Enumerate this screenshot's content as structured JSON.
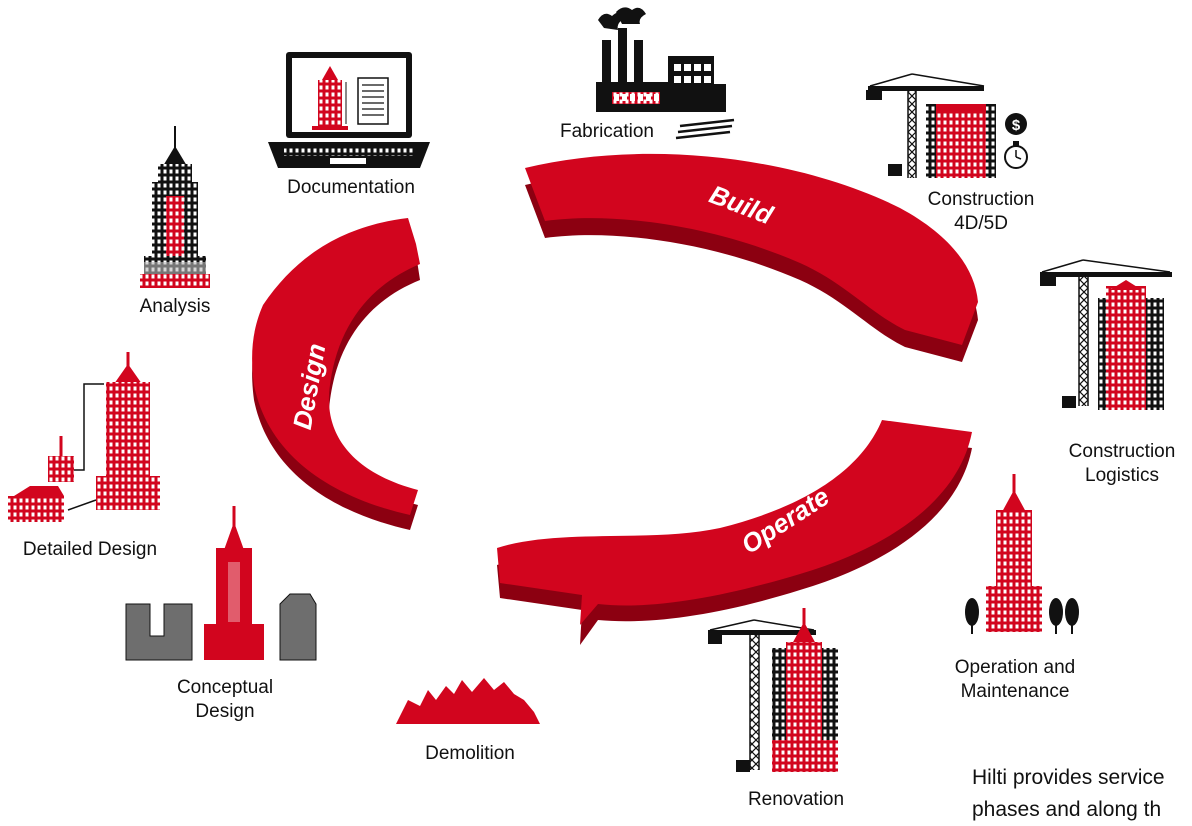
{
  "colors": {
    "brand": "#d2051e",
    "brand_dark": "#8c0011",
    "ink": "#111111",
    "gray": "#6e6e6e"
  },
  "arcs": {
    "design": "Design",
    "build": "Build",
    "operate": "Operate"
  },
  "phases": {
    "documentation": "Documentation",
    "fabrication": "Fabrication",
    "construction_4d5d": [
      "Construction",
      "4D/5D"
    ],
    "analysis": "Analysis",
    "construction_logistics": [
      "Construction",
      "Logistics"
    ],
    "detailed_design": "Detailed Design",
    "operation_maintenance": [
      "Operation and",
      "Maintenance"
    ],
    "conceptual_design": [
      "Conceptual",
      "Design"
    ],
    "demolition": "Demolition",
    "renovation": "Renovation"
  },
  "icons": {
    "documentation": "laptop-blueprint-icon",
    "fabrication": "factory-icon",
    "construction_4d5d": "crane-cost-time-icon",
    "analysis": "skyscraper-analysis-icon",
    "construction_logistics": "crane-building-icon",
    "detailed_design": "detailed-building-icon",
    "operation_maintenance": "building-trees-icon",
    "conceptual_design": "concept-massing-icon",
    "demolition": "rubble-icon",
    "renovation": "crane-renovation-icon"
  },
  "footnote": [
    "Hilti provides service",
    "phases and along th"
  ]
}
